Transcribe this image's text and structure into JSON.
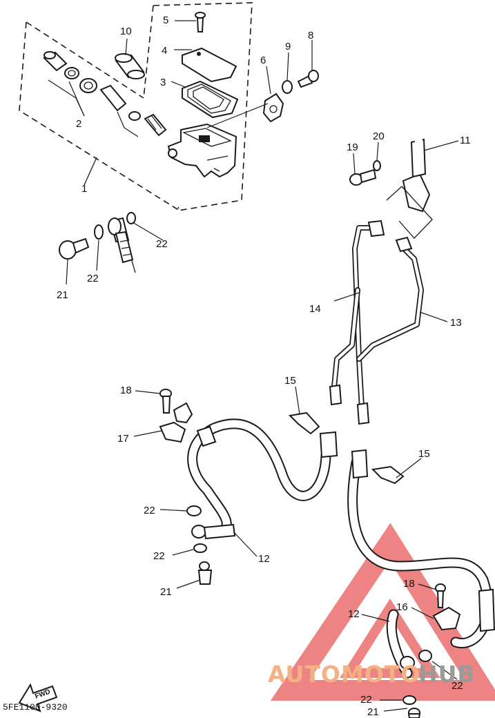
{
  "diagram": {
    "code": "5FE1100-9320",
    "fwd_label": "FWD",
    "watermark": {
      "prefix": "AUTOMOTO",
      "suffix": "HUB",
      "prefix_color": "#f4b183",
      "suffix_color": "#9a9a9a",
      "triangle_color": "#e85a5a"
    },
    "callouts": {
      "n1": "1",
      "n2": "2",
      "n3": "3",
      "n4": "4",
      "n5": "5",
      "n6": "6",
      "n8": "8",
      "n9": "9",
      "n10": "10",
      "n11": "11",
      "n12a": "12",
      "n12b": "12",
      "n13": "13",
      "n14": "14",
      "n15a": "15",
      "n15b": "15",
      "n16": "16",
      "n17": "17",
      "n18a": "18",
      "n18b": "18",
      "n19": "19",
      "n20": "20",
      "n21a": "21",
      "n21b": "21",
      "n21c": "21",
      "n22a": "22",
      "n22b": "22",
      "n22c": "22",
      "n22d": "22",
      "n22e": "22",
      "n22f": "22"
    }
  }
}
